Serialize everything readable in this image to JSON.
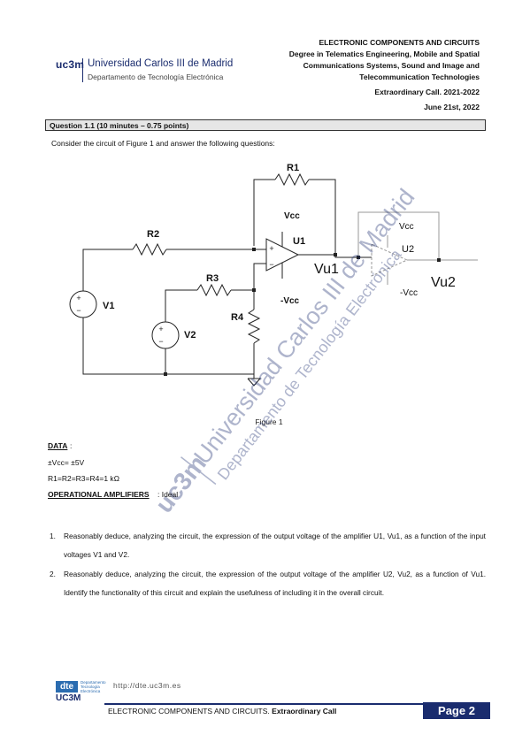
{
  "logo": {
    "uc3m": "uc3m",
    "university": "Universidad Carlos III de Madrid",
    "department": "Departamento de Tecnología Electrónica"
  },
  "header": {
    "line1": "ELECTRONIC COMPONENTS AND CIRCUITS",
    "line2": "Degree in Telematics Engineering, Mobile and Spatial",
    "line3": "Communications Systems, Sound and Image and",
    "line4": "Telecommunication Technologies",
    "call": "Extraordinary Call. 2021-2022",
    "date": "June 21st, 2022"
  },
  "question": {
    "title": "Question 1.1 (10 minutes – 0.75 points)",
    "intro": "Consider the circuit of Figure 1 and answer the following questions:"
  },
  "circuit": {
    "r1": "R1",
    "r2": "R2",
    "r3": "R3",
    "r4": "R4",
    "v1": "V1",
    "v2": "V2",
    "u1": "U1",
    "u2": "U2",
    "vcc1": "Vcc",
    "vcc2": "Vcc",
    "nvcc1": "-Vcc",
    "nvcc2": "-Vcc",
    "vu1": "Vu1",
    "vu2": "Vu2",
    "caption": "Figure 1"
  },
  "data": {
    "heading": "DATA",
    "vcc": "±Vcc= ±5V",
    "resistors": "R1=R2=R3=R4=1 kΩ",
    "opamps_label": "OPERATIONAL AMPLIFIERS",
    "opamps_value": ": Ideal"
  },
  "items": [
    {
      "num": "1.",
      "text": "Reasonably deduce, analyzing the circuit, the expression of the output voltage of the amplifier U1, Vu1, as a function of the input voltages V1 and V2."
    },
    {
      "num": "2.",
      "text": "Reasonably deduce, analyzing the circuit, the expression of the output voltage of the amplifier U2, Vu2, as a function of Vu1. Identify the functionality of this circuit and explain the usefulness of including it in the overall circuit."
    }
  ],
  "footer": {
    "dte": "dte",
    "dte_small": "Departamento\nTecnología\nElectrónica",
    "dte_uc3m": "UC3M",
    "url": "http://dte.uc3m.es",
    "course": "ELECTRONIC COMPONENTS AND CIRCUITS.",
    "call": "Extraordinary Call",
    "page": "Page 2"
  },
  "watermark": {
    "uc3m": "uc3m",
    "univ": "Universidad Carlos III de Madrid",
    "dept": "Departamento de Tecnología Electrónica"
  }
}
